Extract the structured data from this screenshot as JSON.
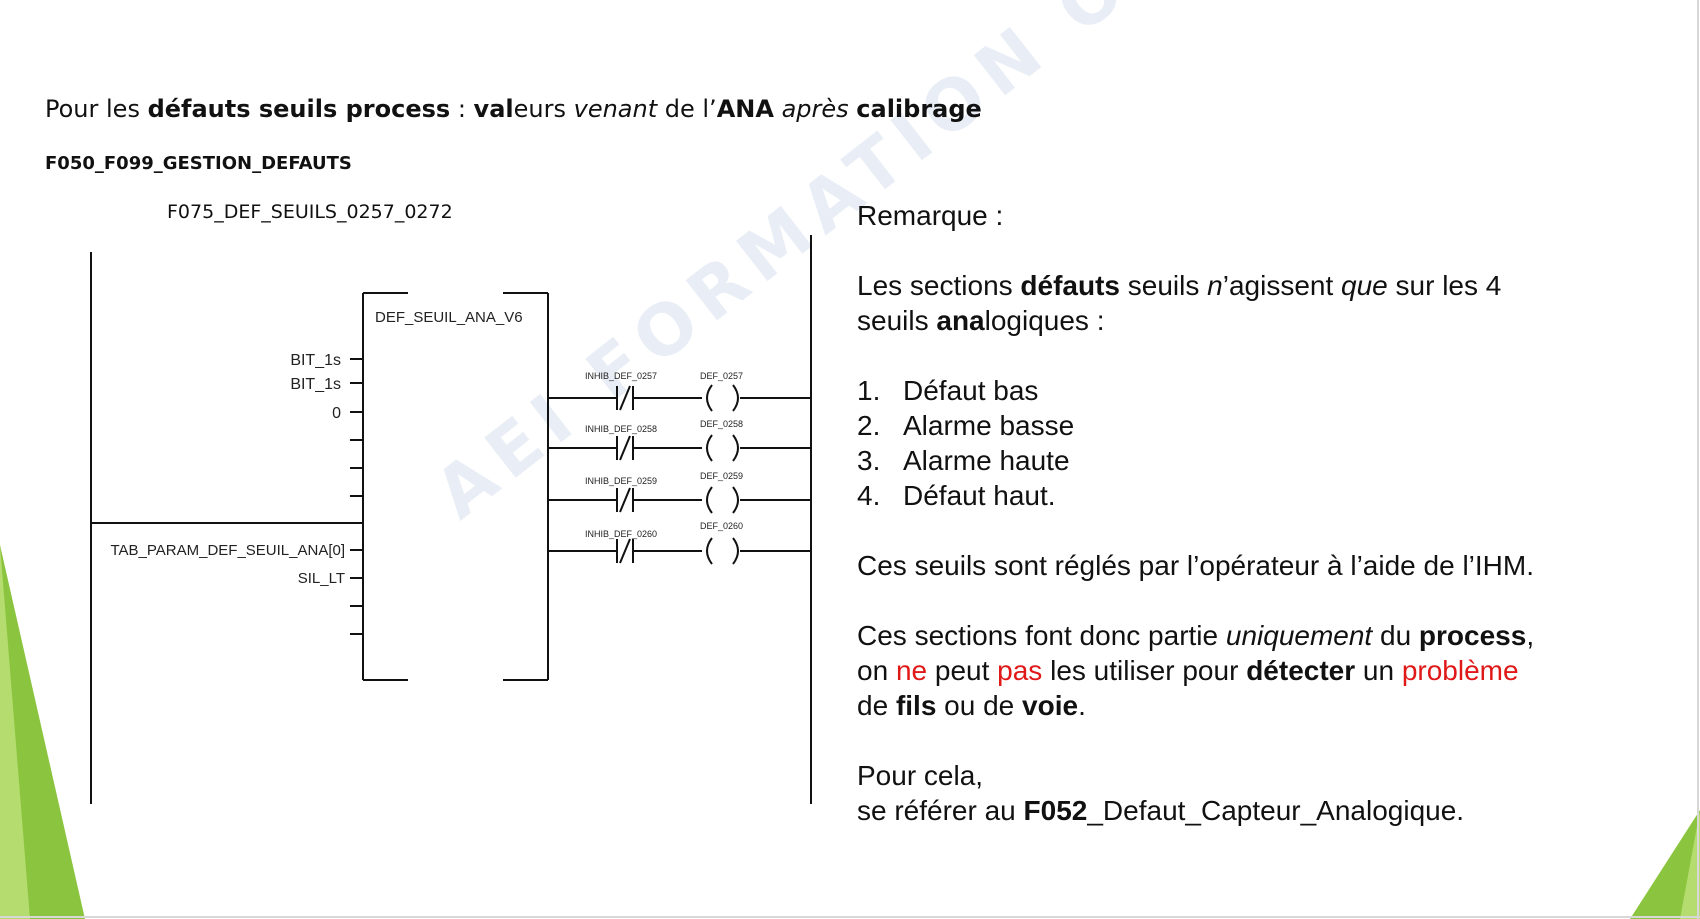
{
  "heading": {
    "part1": "Pour les ",
    "part2": "défauts seuils process",
    "part3": " : ",
    "part4": "val",
    "part5": "eurs ",
    "part6": "venant",
    "part7": " de l’",
    "part8": "ANA",
    "part9": " ",
    "part10": "après",
    "part11": " ",
    "part12": "calibrage"
  },
  "subheading": "F050_F099_GESTION_DEFAUTS",
  "section_name": "F075_DEF_SEUILS_0257_0272",
  "watermark": "AEI FORMATION OUEST",
  "block": {
    "name": "DEF_SEUIL_ANA_V6",
    "inputs": [
      "BIT_1s",
      "BIT_1s",
      "0",
      "TAB_PARAM_DEF_SEUIL_ANA[0]",
      "SIL_LT"
    ],
    "contacts": [
      "INHIB_DEF_0257",
      "INHIB_DEF_0258",
      "INHIB_DEF_0259",
      "INHIB_DEF_0260"
    ],
    "coils": [
      "DEF_0257",
      "DEF_0258",
      "DEF_0259",
      "DEF_0260"
    ]
  },
  "note": {
    "title": "Remarque :",
    "p1": {
      "a": "Les sections ",
      "b": "défauts",
      "c": " seuils ",
      "d": "n",
      "e": "’agissent ",
      "f": "que",
      "g": " sur les 4",
      "h": "seuils ",
      "i": "ana",
      "j": "logiques :"
    },
    "list": [
      {
        "num": "1.",
        "text": "Défaut bas"
      },
      {
        "num": "2.",
        "text": "Alarme basse"
      },
      {
        "num": "3.",
        "text": "Alarme haute"
      },
      {
        "num": "4.",
        "text": "Défaut haut."
      }
    ],
    "p2": "Ces seuils sont réglés par l’opérateur à l’aide de l’IHM.",
    "p3": {
      "a": "Ces sections font donc partie ",
      "b": "uniquement",
      "c": " du ",
      "d": "process",
      "e": ",",
      "f": "on ",
      "g": "ne",
      "h": " peut ",
      "i": "pas",
      "j": " les utiliser pour ",
      "k": "détecter",
      "l": " un ",
      "m": "problème",
      "n": "de ",
      "o": "fils",
      "p": " ou de ",
      "q": "voie",
      "r": "."
    },
    "p4": {
      "a": "Pour cela,",
      "b": "se référer au ",
      "c": "F052",
      "d": "_Defaut_Capteur_Analogique."
    }
  },
  "colors": {
    "accent_green": "#8bc53f",
    "accent_green_light": "#b5dc6e",
    "red": "#e01818"
  }
}
